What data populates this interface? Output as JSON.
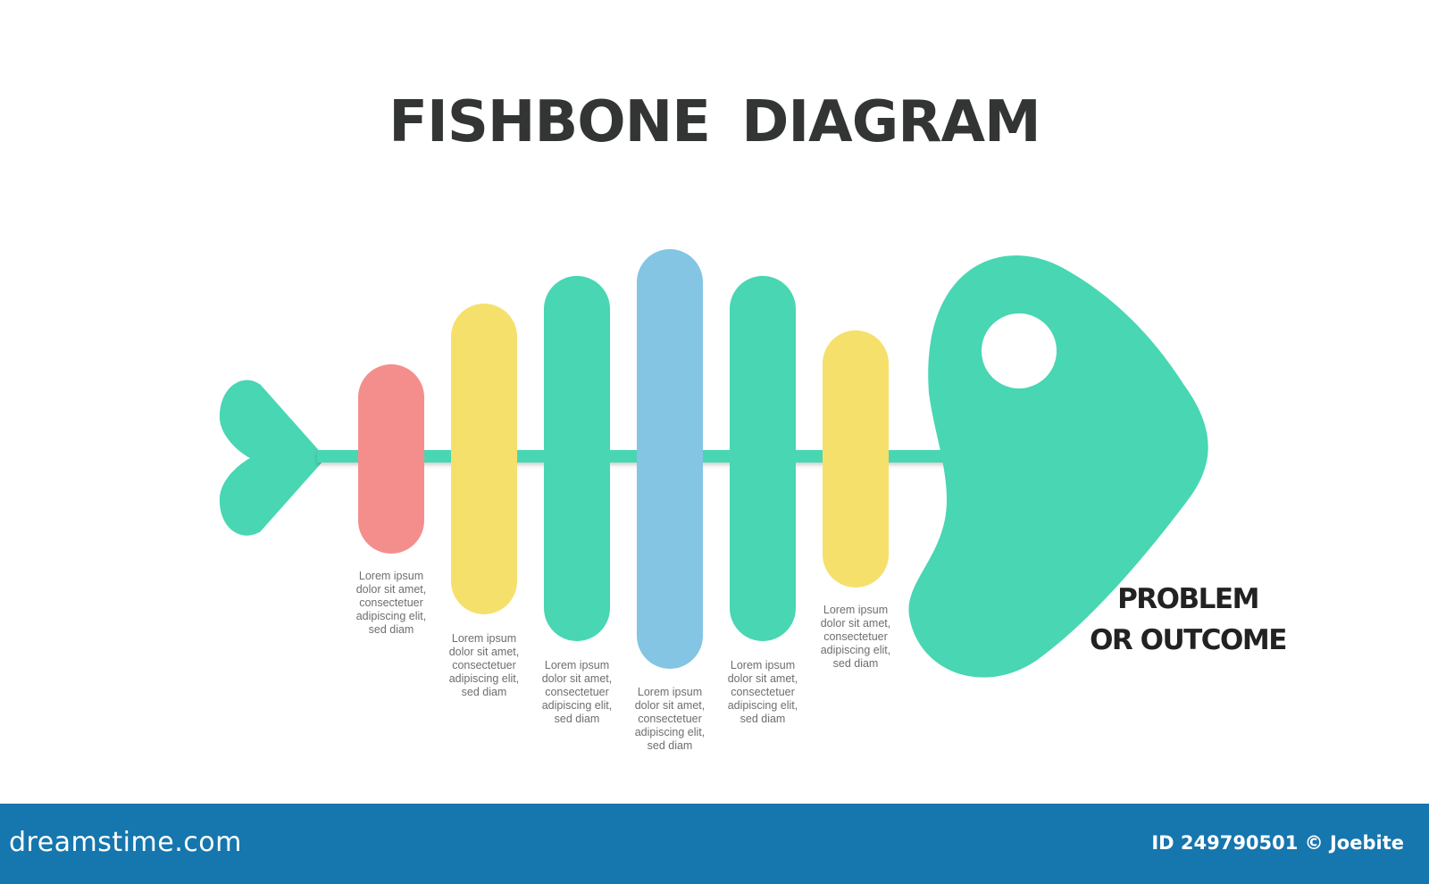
{
  "title": "FISHBONE  DIAGRAM",
  "colors": {
    "green": "#48d6b3",
    "yellow": "#f6e06c",
    "red": "#f48e8c",
    "blue": "#83c5e2",
    "title_text": "#333535",
    "footer": "#1676ae"
  },
  "bones": [
    {
      "color": "red",
      "caption": [
        "Lorem ipsum",
        "dolor sit amet,",
        "consectetuer",
        "adipiscing elit,",
        "sed diam"
      ]
    },
    {
      "color": "yellow",
      "caption": [
        "Lorem ipsum",
        "dolor sit amet,",
        "consectetuer",
        "adipiscing elit,",
        "sed diam"
      ]
    },
    {
      "color": "green",
      "caption": [
        "Lorem ipsum",
        "dolor sit amet,",
        "consectetuer",
        "adipiscing elit,",
        "sed diam"
      ]
    },
    {
      "color": "blue",
      "caption": [
        "Lorem ipsum",
        "dolor sit amet,",
        "consectetuer",
        "adipiscing elit,",
        "sed diam"
      ]
    },
    {
      "color": "green",
      "caption": [
        "Lorem ipsum",
        "dolor sit amet,",
        "consectetuer",
        "adipiscing elit,",
        "sed diam"
      ]
    },
    {
      "color": "yellow",
      "caption": [
        "Lorem ipsum",
        "dolor sit amet,",
        "consectetuer",
        "adipiscing elit,",
        "sed diam"
      ]
    }
  ],
  "outcome": {
    "line1": "PROBLEM",
    "line2": "OR OUTCOME"
  },
  "footer": {
    "brand": "dreamstime.com",
    "credit": "ID 249790501 © Joebite"
  }
}
